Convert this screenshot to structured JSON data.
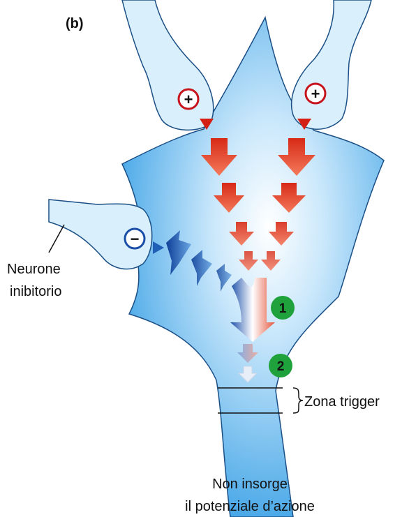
{
  "panel_label": "(b)",
  "synapses": {
    "excitatory_left_symbol": "+",
    "excitatory_right_symbol": "+",
    "inhibitory_symbol": "−"
  },
  "labels": {
    "inhibitory_neuron_line1": "Neurone",
    "inhibitory_neuron_line2": "inibitorio",
    "trigger_zone": "Zona trigger",
    "result_line1": "Non insorge",
    "result_line2": "il potenziale d’azione"
  },
  "steps": [
    "1",
    "2"
  ],
  "colors": {
    "cell_fill_light": "#ffffff",
    "cell_fill_dark": "#3fa3e6",
    "terminal_fill": "#d9effb",
    "outline": "#1a4f86",
    "excitatory": "#e8402a",
    "inhibitory": "#1f5fb5",
    "step_badge": "#1fa23c"
  }
}
